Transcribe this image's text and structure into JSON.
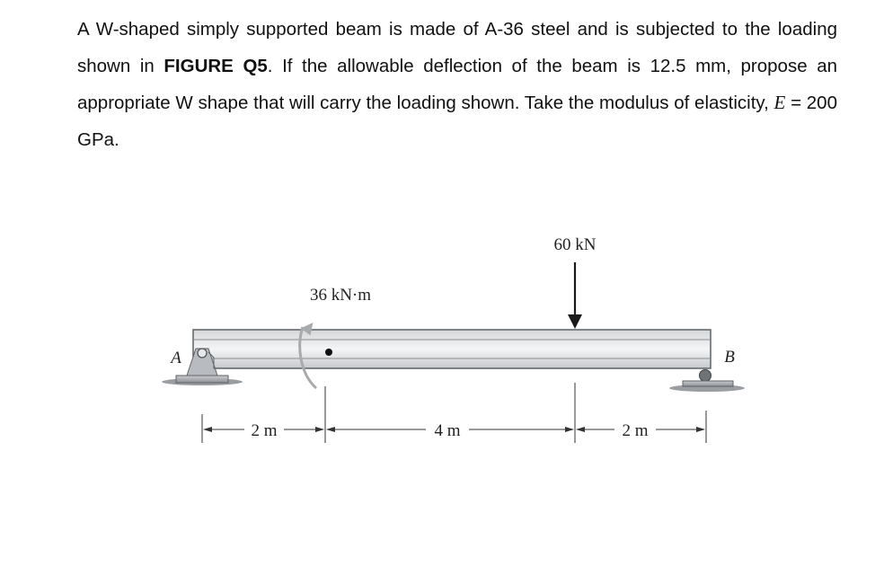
{
  "problem": {
    "part1": "A W-shaped simply supported beam is made of A-36 steel and is subjected to the loading shown in ",
    "figure_ref": "FIGURE Q5",
    "part2": ".  If the allowable deflection of the beam is 12.5 mm, propose an appropriate W shape that will carry the loading shown. Take the modulus of elasticity, ",
    "e_symbol": "E",
    "part3": " = 200 GPa."
  },
  "figure": {
    "moment_label": "36 kN·m",
    "force_label": "60 kN",
    "support_a_label": "A",
    "support_b_label": "B",
    "dim_1": "2 m",
    "dim_2": "4 m",
    "dim_3": "2 m"
  }
}
